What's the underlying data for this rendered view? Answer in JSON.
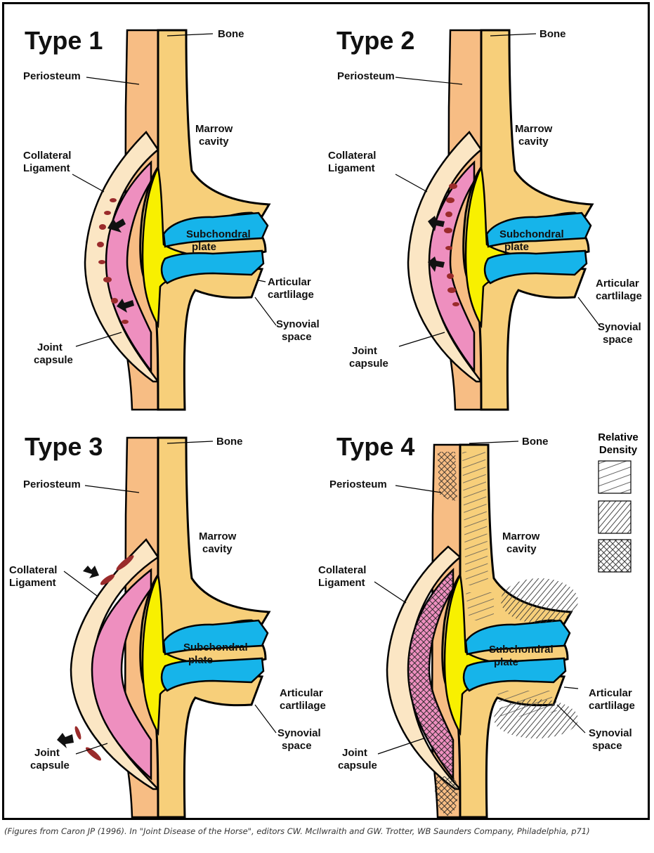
{
  "colors": {
    "bone": "#f7cf7a",
    "periosteum": "#f7bd84",
    "capsule": "#fbe6c4",
    "synovium": "#ee8fbf",
    "cartilage": "#16b4ea",
    "synovial_fluid": "#f8f000",
    "lesion": "#9a2b2b",
    "outline": "#000000"
  },
  "panels": [
    {
      "title": "Type 1",
      "labels": {
        "bone": "Bone",
        "periosteum": "Periosteum",
        "marrow_line1": "Marrow",
        "marrow_line2": "cavity",
        "collateral_line1": "Collateral",
        "collateral_line2": "Ligament",
        "subchondral_line1": "Subchondral",
        "subchondral_line2": "plate",
        "articular_line1": "Articular",
        "articular_line2": "cartlilage",
        "synovial_line1": "Synovial",
        "synovial_line2": "space",
        "capsule_line1": "Joint",
        "capsule_line2": "capsule"
      },
      "icons": [
        "arrow-icon",
        "arrow-icon"
      ]
    },
    {
      "title": "Type 2",
      "labels": {
        "bone": "Bone",
        "periosteum": "Periosteum",
        "marrow_line1": "Marrow",
        "marrow_line2": "cavity",
        "collateral_line1": "Collateral",
        "collateral_line2": "Ligament",
        "subchondral_line1": "Subchondral",
        "subchondral_line2": "plate",
        "articular_line1": "Articular",
        "articular_line2": "cartlilage",
        "synovial_line1": "Synovial",
        "synovial_line2": "space",
        "capsule_line1": "Joint",
        "capsule_line2": "capsule"
      },
      "icons": [
        "arrow-icon",
        "arrow-icon"
      ]
    },
    {
      "title": "Type 3",
      "labels": {
        "bone": "Bone",
        "periosteum": "Periosteum",
        "marrow_line1": "Marrow",
        "marrow_line2": "cavity",
        "collateral_line1": "Collateral",
        "collateral_line2": "Ligament",
        "subchondral_line1": "Subchondral",
        "subchondral_line2": "plate",
        "articular_line1": "Articular",
        "articular_line2": "cartlilage",
        "synovial_line1": "Synovial",
        "synovial_line2": "space",
        "capsule_line1": "Joint",
        "capsule_line2": "capsule"
      },
      "icons": [
        "arrow-icon",
        "arrow-icon"
      ]
    },
    {
      "title": "Type 4",
      "labels": {
        "bone": "Bone",
        "periosteum": "Periosteum",
        "marrow_line1": "Marrow",
        "marrow_line2": "cavity",
        "collateral_line1": "Collateral",
        "collateral_line2": "Ligament",
        "subchondral_line1": "Subchondral",
        "subchondral_line2": "plate",
        "articular_line1": "Articular",
        "articular_line2": "cartlilage",
        "synovial_line1": "Synovial",
        "synovial_line2": "space",
        "capsule_line1": "Joint",
        "capsule_line2": "capsule"
      },
      "icons": []
    }
  ],
  "legend": {
    "title_line1": "Relative",
    "title_line2": "Density",
    "swatches": [
      "low-density-hatch",
      "medium-density-hatch",
      "high-density-crosshatch"
    ]
  },
  "caption": "(Figures from Caron JP (1996). In \"Joint Disease of the Horse\", editors CW. McIlwraith and GW. Trotter, WB Saunders Company, Philadelphia, p71)"
}
